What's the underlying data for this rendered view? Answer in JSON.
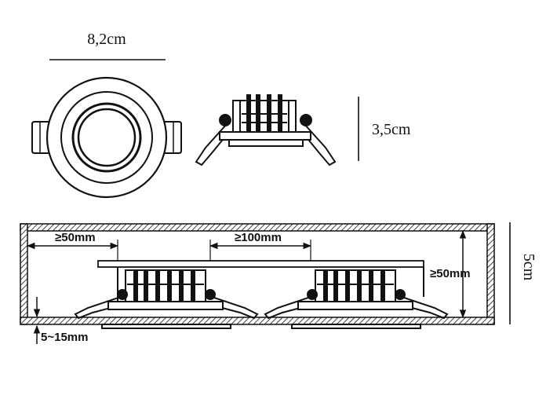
{
  "top_view": {
    "width_label": "8,2cm",
    "height_label": "3,5cm"
  },
  "installation": {
    "edge_gap_label": "≥50mm",
    "spacing_label": "≥100mm",
    "top_gap_label": "≥50mm",
    "ceiling_thickness_label": "5~15mm",
    "cavity_depth_label": "5cm"
  }
}
